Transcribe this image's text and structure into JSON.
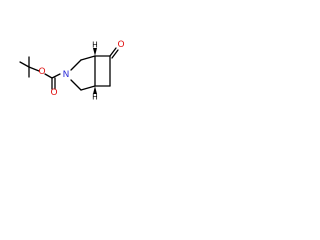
{
  "molecule": {
    "atoms": {
      "N3": "N",
      "O_carbonyl_boc": "O",
      "O_ester": "O",
      "O_ketone": "O",
      "H_1": "H",
      "H_5": "H"
    },
    "colors": {
      "bond": "#000000",
      "nitrogen": "#2f2fd8",
      "oxygen": "#e01010",
      "hydrogen": "#000000"
    }
  }
}
